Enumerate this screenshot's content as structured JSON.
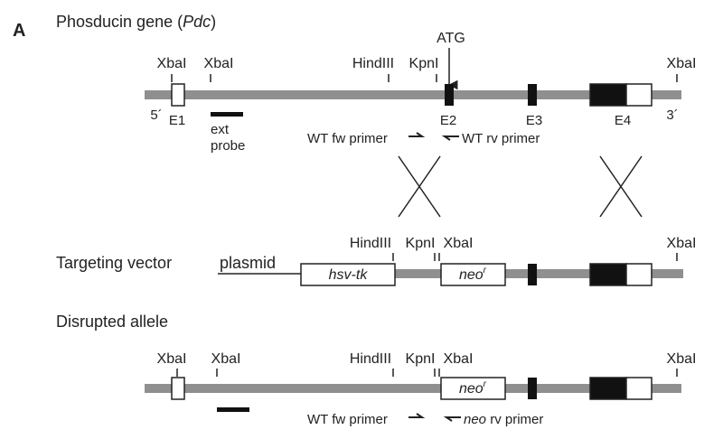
{
  "panel_label": "A",
  "colors": {
    "chromosome": "#8f8f8f",
    "exon_fill": "#111111",
    "box_fill": "#ffffff",
    "line": "#222222"
  },
  "gene": {
    "title_prefix": "Phosducin gene (",
    "title_italic": "Pdc",
    "title_suffix": ")",
    "sites": {
      "xba1": "XbaI",
      "xba2": "XbaI",
      "hind": "HindIII",
      "kpn": "KpnI",
      "xba_end": "XbaI"
    },
    "atg": "ATG",
    "end_5": "5´",
    "end_3": "3´",
    "exons": {
      "e1": "E1",
      "e2": "E2",
      "e3": "E3",
      "e4": "E4"
    },
    "probe_line1": "ext",
    "probe_line2": "probe",
    "primer_fw": "WT fw primer",
    "primer_rv": "WT rv primer"
  },
  "vector": {
    "label": "Targeting vector",
    "plasmid": "plasmid",
    "hsvtk": "hsv-tk",
    "neo": "neo",
    "neo_sup": "r",
    "sites": {
      "hind": "HindIII",
      "kpn": "KpnI",
      "xba": "XbaI",
      "xba_end": "XbaI"
    }
  },
  "allele": {
    "label": "Disrupted allele",
    "neo": "neo",
    "neo_sup": "r",
    "sites": {
      "xba1": "XbaI",
      "xba2": "XbaI",
      "hind": "HindIII",
      "kpn": "KpnI",
      "xba3": "XbaI",
      "xba_end": "XbaI"
    },
    "primer_fw": "WT fw primer",
    "primer_rv_italic": "neo",
    "primer_rv_rest": " rv primer"
  }
}
